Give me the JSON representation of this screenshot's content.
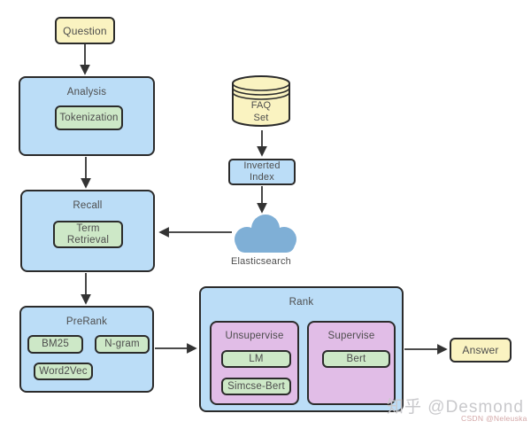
{
  "nodes": {
    "question": {
      "label": "Question"
    },
    "analysis": {
      "title": "Analysis",
      "items": {
        "tokenization": "Tokenization"
      }
    },
    "faq_set": {
      "label": "FAQ\nSet",
      "icon": "database-icon"
    },
    "inverted_index": {
      "label": "Inverted\nIndex"
    },
    "elasticsearch": {
      "label": "Elasticsearch",
      "icon": "cloud-icon"
    },
    "recall": {
      "title": "Recall",
      "items": {
        "term_retrieval": "Term\nRetrieval"
      }
    },
    "prerank": {
      "title": "PreRank",
      "items": {
        "bm25": "BM25",
        "ngram": "N-gram",
        "word2vec": "Word2Vec"
      }
    },
    "rank": {
      "title": "Rank",
      "groups": {
        "unsupervise": {
          "title": "Unsupervise",
          "items": {
            "lm": "LM",
            "simcse_bert": "Simcse-Bert"
          }
        },
        "supervise": {
          "title": "Supervise",
          "items": {
            "bert": "Bert"
          }
        }
      }
    },
    "answer": {
      "label": "Answer"
    }
  },
  "colors": {
    "process_fill": "#BBDDF7",
    "method_fill": "#CDE8C7",
    "group_fill": "#E1BDE7",
    "terminal_fill": "#FAF3C1",
    "cloud_fill": "#7FAFD6",
    "border": "#2B2B2B",
    "arrow": "#333333",
    "text": "#4D4D4D"
  },
  "watermarks": {
    "zhihu": "知乎 @Desmond",
    "csdn": "CSDN @Neleuska"
  }
}
